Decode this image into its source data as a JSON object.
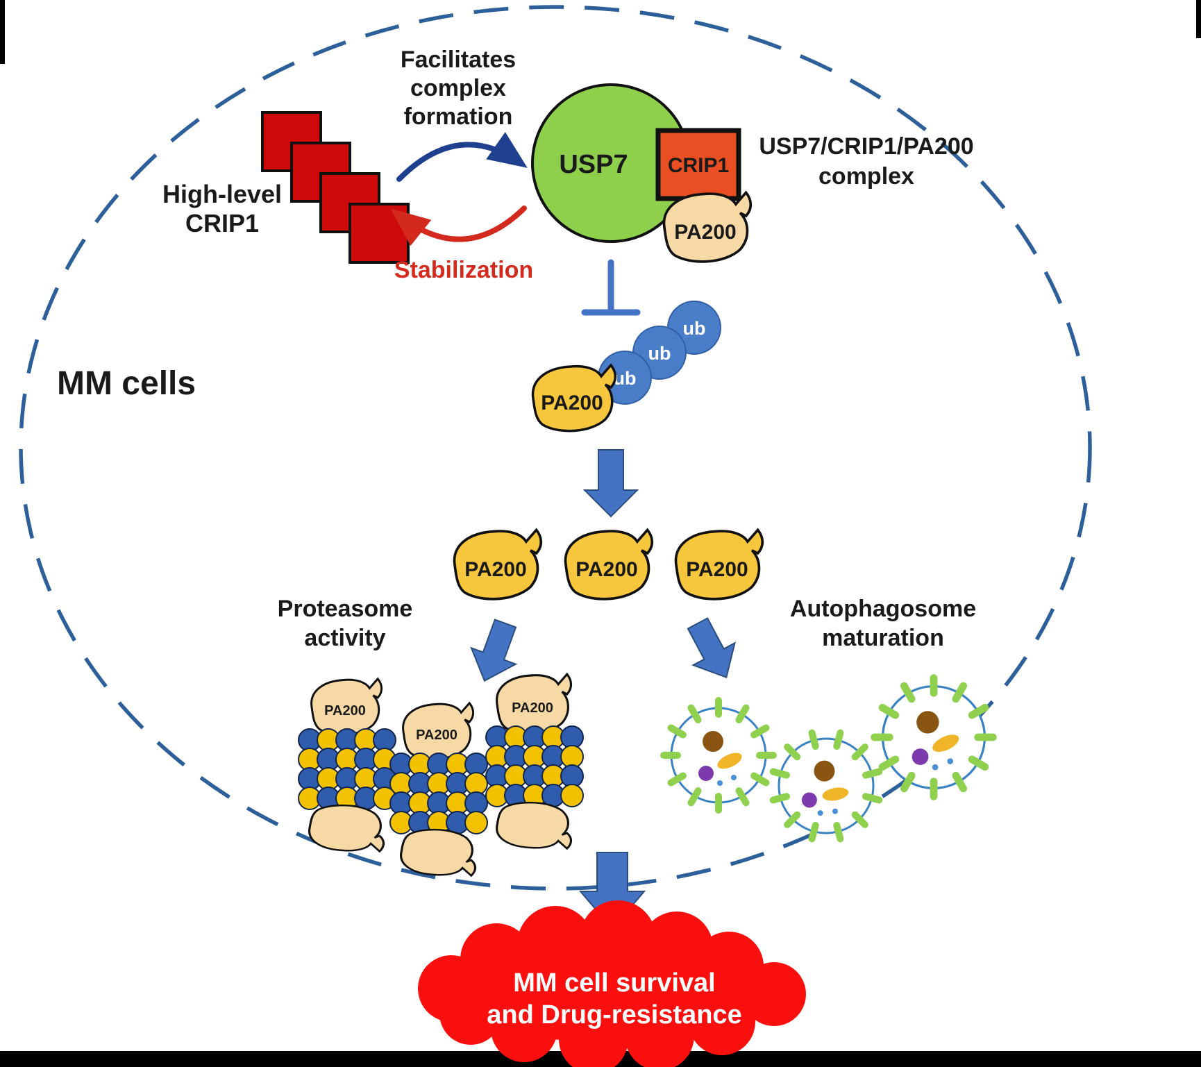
{
  "diagram": {
    "cell_label": "MM cells",
    "high_level_crip1": [
      "High-level",
      "CRIP1"
    ],
    "facilitates": [
      "Facilitates",
      "complex",
      "formation"
    ],
    "stabilization": "Stabilization",
    "usp7": "USP7",
    "crip1": "CRIP1",
    "pa200": "PA200",
    "complex_label": [
      "USP7/CRIP1/PA200",
      "complex"
    ],
    "ub": "ub",
    "proteasome_label": [
      "Proteasome",
      "activity"
    ],
    "autophagosome_label": [
      "Autophagosome",
      "maturation"
    ],
    "outcome": [
      "MM cell survival",
      "and Drug-resistance"
    ],
    "colors": {
      "ellipse_stroke": "#2d5f9b",
      "crip1_square": "#cf0a0a",
      "usp7_green": "#8ed04c",
      "crip1_box": "#ea4f23",
      "pa200_peach": "#f7d9a6",
      "pa200_gold": "#f6c63d",
      "ub_blue": "#4a7dc7",
      "arrow_blue": "#4573c4",
      "cloud_red": "#fa0f0f",
      "proteasome_blue": "#2f5cad",
      "proteasome_yellow": "#f2c200",
      "autophagosome_green": "#8fd14f",
      "stabilization_red": "#d42a1e"
    }
  }
}
